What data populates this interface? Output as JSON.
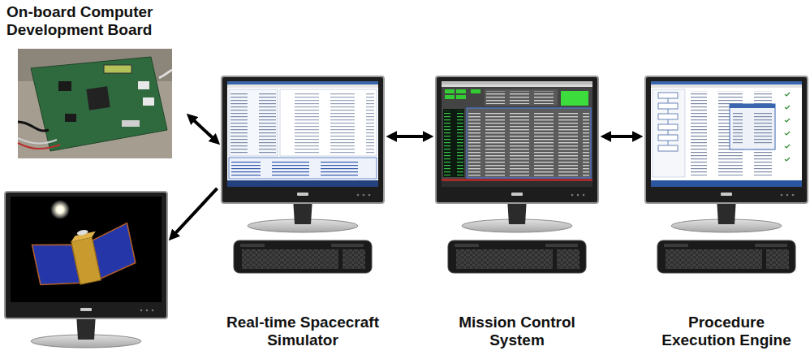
{
  "diagram": {
    "nodes": [
      {
        "text": [
          "On-board Computer Development Board"
        ]
      },
      {
        "text": []
      },
      {
        "text": [
          "Real-time Spacecraft Simulator"
        ]
      },
      {
        "text": [
          "Mission Control System"
        ]
      },
      {
        "text": [
          "Procedure Execution Engine"
        ]
      }
    ],
    "edges": [
      {
        "from": 0,
        "to": 2,
        "arrow": "both"
      },
      {
        "from": 2,
        "to": 1,
        "arrow": "to"
      },
      {
        "from": 2,
        "to": 3,
        "arrow": "both"
      },
      {
        "from": 3,
        "to": 4,
        "arrow": "both"
      }
    ]
  }
}
